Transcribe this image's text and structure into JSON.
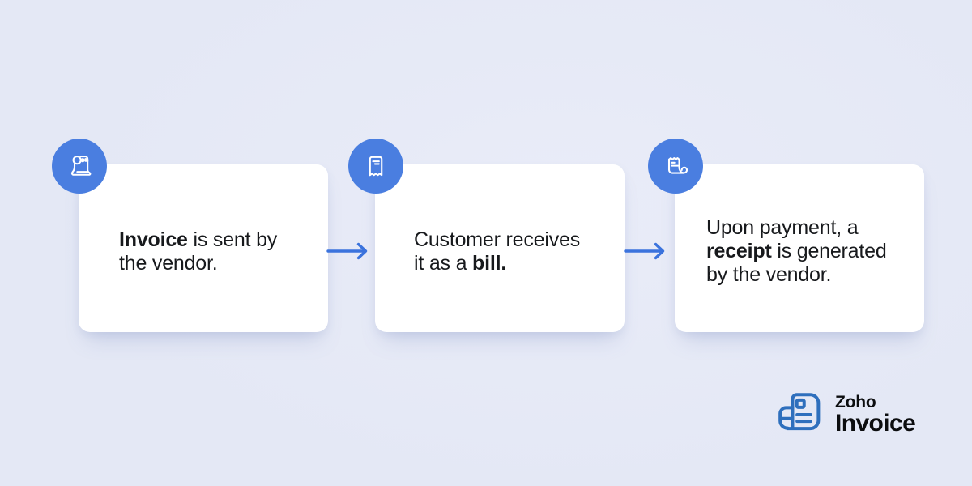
{
  "colors": {
    "background": "#e4e8f5",
    "card": "#ffffff",
    "accent": "#4a7ee0",
    "arrow": "#3b73dd",
    "text": "#17191c",
    "logo_blue": "#2e6fbd",
    "logo_text": "#0c0d0f",
    "icon_stroke": "#ffffff"
  },
  "steps": [
    {
      "icon": "invoice-scroll-icon",
      "parts": [
        {
          "t": "Invoice",
          "b": true
        },
        {
          "t": " is sent by\nthe vendor.",
          "b": false
        }
      ]
    },
    {
      "icon": "bill-receipt-icon",
      "parts": [
        {
          "t": "Customer receives\nit as a ",
          "b": false
        },
        {
          "t": "bill.",
          "b": true
        }
      ]
    },
    {
      "icon": "payment-receipt-icon",
      "parts": [
        {
          "t": "Upon payment, a\n",
          "b": false
        },
        {
          "t": "receipt",
          "b": true
        },
        {
          "t": " is generated\nby the vendor.",
          "b": false
        }
      ]
    }
  ],
  "flow": {
    "arrow_icon": "arrow-right-icon"
  },
  "logo": {
    "icon": "invoice-document-icon",
    "brand": "Zoho",
    "product": "Invoice"
  }
}
